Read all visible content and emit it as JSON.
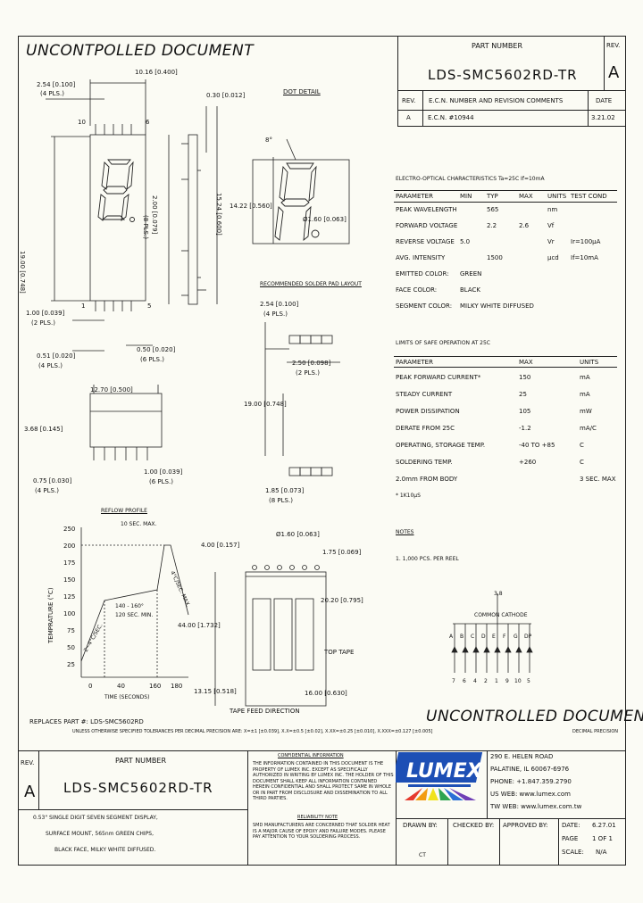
{
  "title_block": {
    "watermark_top": "UNCONTPOLLED DOCUMENT",
    "watermark_bottom": "UNCONTROLLED DOCUMENT",
    "part_number_label": "PART NUMBER",
    "part_number": "LDS-SMC5602RD-TR",
    "rev_label": "REV.",
    "rev": "A"
  },
  "revision_table": {
    "headers": [
      "REV.",
      "E.C.N. NUMBER AND REVISION COMMENTS",
      "DATE"
    ],
    "rows": [
      [
        "A",
        "E.C.N. #10944",
        "3.21.02"
      ]
    ]
  },
  "electro_optical": {
    "title": "ELECTRO-OPTICAL CHARACTERISTICS Ta=25C     If=10mA",
    "headers": [
      "PARAMETER",
      "MIN",
      "TYP",
      "MAX",
      "UNITS",
      "TEST COND"
    ],
    "rows": [
      [
        "PEAK WAVELENGTH",
        "",
        "565",
        "",
        "nm",
        ""
      ],
      [
        "FORWARD VOLTAGE",
        "",
        "2.2",
        "2.6",
        "Vf",
        ""
      ],
      [
        "REVERSE VOLTAGE",
        "5.0",
        "",
        "",
        "Vr",
        "Ir=100μA"
      ],
      [
        "AVG. INTENSITY",
        "",
        "1500",
        "",
        "μcd",
        "If=10mA"
      ],
      [
        "EMITTED COLOR:",
        "GREEN",
        "",
        "",
        "",
        ""
      ],
      [
        "FACE COLOR:",
        "BLACK",
        "",
        "",
        "",
        ""
      ],
      [
        "SEGMENT COLOR:",
        "MILKY WHITE DIFFUSED",
        "",
        "",
        "",
        ""
      ]
    ]
  },
  "limits": {
    "title": "LIMITS OF SAFE OPERATION AT 25C",
    "headers": [
      "PARAMETER",
      "MAX",
      "UNITS"
    ],
    "rows": [
      [
        "PEAK FORWARD CURRENT*",
        "150",
        "mA"
      ],
      [
        "STEADY CURRENT",
        "25",
        "mA"
      ],
      [
        "POWER DISSIPATION",
        "105",
        "mW"
      ],
      [
        "DERATE FROM 25C",
        "-1.2",
        "mA/C"
      ],
      [
        "OPERATING, STORAGE TEMP.",
        "-40 TO +85",
        "C"
      ],
      [
        "SOLDERING TEMP.",
        "+260",
        "C"
      ],
      [
        "2.0mm FROM BODY",
        "",
        "3 SEC. MAX"
      ]
    ],
    "footnote": "* 1K10µS"
  },
  "notes": {
    "title": "NOTES",
    "items": [
      "1. 1,000 PCS. PER REEL"
    ]
  },
  "dimensions": {
    "d_10_16": "10.16 [0.400]",
    "d_2_54": "2.54 [0.100]",
    "pls4": "(4 PLS.)",
    "dot_detail": "DOT DETAIL",
    "d_0_30": "0.30 [0.012]",
    "angle": "8°",
    "d_14_22": "14.22 [0.560]",
    "d_1_60": "Ø1.60 [0.063]",
    "d_19_00_v": "19.00 [0.748]",
    "d_2_00": "2.00 [0.079]",
    "pls8": "(8 PLS.)",
    "d_15_24": "15.24 [0.600]",
    "d_1_00": "1.00 [0.039]",
    "pls2": "(2 PLS.)",
    "d_0_51": "0.51 [0.020]",
    "d_0_50": "0.50 [0.020]",
    "pls6": "(6 PLS.)",
    "d_12_70": "12.70 [0.500]",
    "d_3_68": "3.68 [0.145]",
    "d_0_75": "0.75 [0.030]",
    "d_1_00b": "1.00 [0.039]",
    "pad_layout": "RECOMMENDED SOLDER PAD LAYOUT",
    "d_2_54b": "2.54 [0.100]",
    "d_2_50": "2.50 [0.098]",
    "d_19_00_h": "19.00 [0.748]",
    "d_1_85": "1.85 [0.073]",
    "pls8b": "(8 PLS.)",
    "pin_10": "10",
    "pin_6": "6",
    "pin_1": "1",
    "pin_5": "5"
  },
  "reflow": {
    "title": "REFLOW PROFILE",
    "ylabel": "TEMPRATURE (°C)",
    "xlabel": "TIME (SECONDS)",
    "yticks": [
      "250",
      "200",
      "175",
      "150",
      "125",
      "100",
      "75",
      "50",
      "25"
    ],
    "xticks": [
      "0",
      "40",
      "160",
      "180"
    ],
    "ann_max": "10 SEC. MAX.",
    "ann_140": "140 - 160°",
    "ann_120": "120 SEC. MIN.",
    "ann_ramp_up": "2~4°C/SEC.",
    "ann_ramp_down": "4°C/SEC. MAX."
  },
  "tape": {
    "d_4_00": "4.00 [0.157]",
    "d_1_60": "Ø1.60 [0.063]",
    "d_1_75": "1.75 [0.069]",
    "d_20_20": "20.20 [0.795]",
    "d_44_00": "44.00 [1.732]",
    "top_tape": "TOP TAPE",
    "d_13_15": "13.15 [0.518]",
    "d_16_00": "16.00 [0.630]",
    "feed": "TAPE FEED DIRECTION"
  },
  "circuit": {
    "pin_top": "3,8",
    "label": "COMMON CATHODE",
    "segments": [
      "A",
      "B",
      "C",
      "D",
      "E",
      "F",
      "G",
      "DP"
    ],
    "pins": [
      "7",
      "6",
      "4",
      "2",
      "1",
      "9",
      "10",
      "5"
    ]
  },
  "replaces": "REPLACES PART #: LDS-SMC5602RD",
  "tolerance_note": "UNLESS OTHERWISE SPECIFIED TOLERANCES PER DECIMAL PRECISION ARE: X=±1 [±0.039], X.X=±0.5 [±0.02], X.XX=±0.25 [±0.010], X.XXX=±0.127 [±0.005]",
  "decimal_note": "DECIMAL PRECISION",
  "confidential": {
    "title": "CONFIDENTIAL INFORMATION",
    "body": "THE INFORMATION CONTAINED IN THIS DOCUMENT IS THE PROPERTY OF LUMEX INC. EXCEPT AS SPECIFICALLY AUTHORIZED IN WRITING BY LUMEX INC. THE HOLDER OF THIS DOCUMENT SHALL KEEP ALL INFORMATION CONTAINED HEREIN CONFIDENTIAL AND SHALL PROTECT SAME IN WHOLE OR IN PART FROM DISCLOSURE AND DISSEMINATION TO ALL THIRD PARTIES."
  },
  "reliability": {
    "title": "RELIABILITY NOTE",
    "body": "SMD MANUFACTURERS ARE CONCERNED THAT SOLDER HEAT IS A MAJOR CAUSE OF EPOXY AND FAILURE MODES. PLEASE PAY ATTENTION TO YOUR SOLDERING PROCESS."
  },
  "company": {
    "address1": "290 E. HELEN ROAD",
    "address2": "PALATINE, IL 60067-6976",
    "phone": "PHONE: +1.847.359.2790",
    "us_web": "US WEB: www.lumex.com",
    "tw_web": "TW WEB: www.lumex.com.tw"
  },
  "description": [
    "0.53\" SINGLE DIGIT SEVEN SEGMENT DISPLAY,",
    "SURFACE MOUNT, 565nm GREEN CHIPS,",
    "BLACK FACE, MILKY WHITE DIFFUSED."
  ],
  "signoff": {
    "drawn_label": "DRAWN BY:",
    "drawn": "CT",
    "checked_label": "CHECKED BY:",
    "approved_label": "APPROVED BY:",
    "date": "6.27.01",
    "page_label": "PAGE",
    "page": "1 OF 1",
    "scale_label": "SCALE:",
    "scale": "N/A"
  },
  "colors": {
    "ink": "#111111",
    "paper": "#fbfbf4",
    "logo_blue": "#1d4fb5"
  }
}
